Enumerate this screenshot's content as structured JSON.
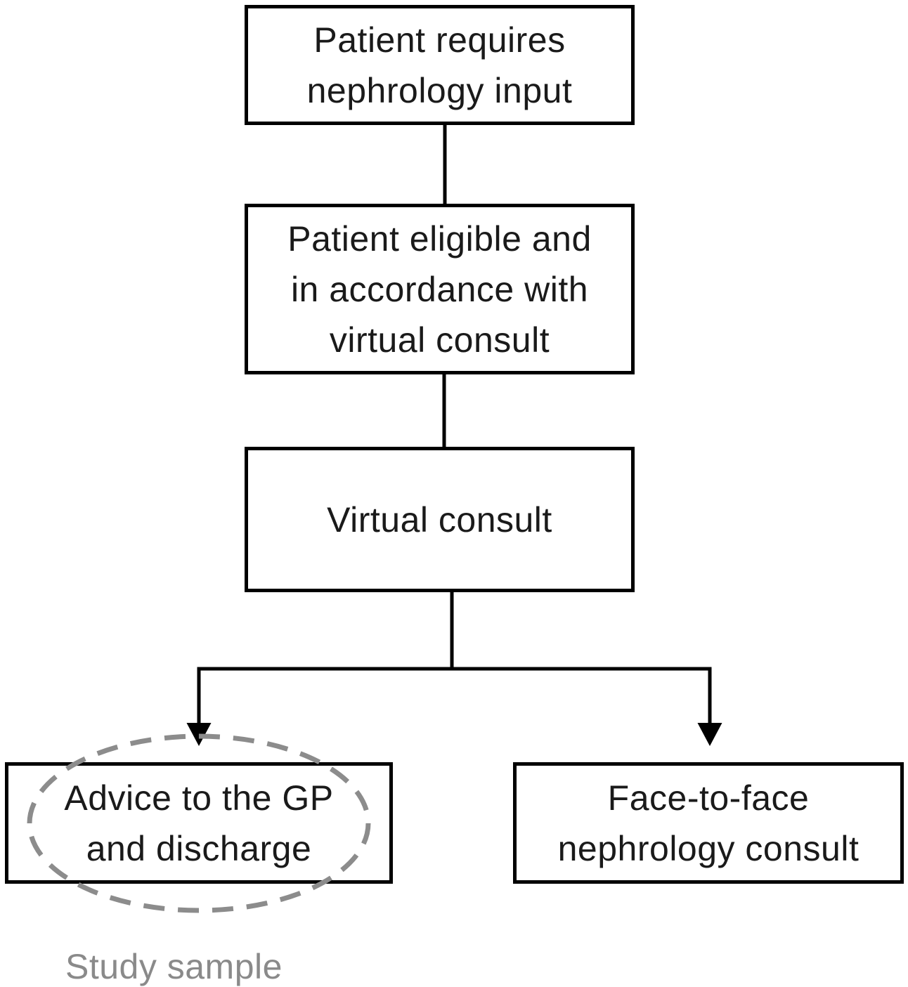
{
  "nodes": {
    "patient_requires": {
      "lines": [
        "Patient requires",
        "nephrology input"
      ]
    },
    "patient_eligible": {
      "lines": [
        "Patient eligible and",
        "in accordance with",
        "virtual consult"
      ]
    },
    "virtual_consult": {
      "lines": [
        "Virtual consult"
      ]
    },
    "advice_gp": {
      "lines": [
        "Advice to the GP",
        "and discharge"
      ]
    },
    "face_to_face": {
      "lines": [
        "Face-to-face",
        "nephrology consult"
      ]
    }
  },
  "annotations": {
    "study_sample": {
      "label": "Study sample"
    }
  },
  "colors": {
    "background": "#ffffff",
    "box_border": "#000000",
    "box_fill": "#ffffff",
    "text": "#1a1a1a",
    "connector": "#000000",
    "ellipse": "#8c8c8c",
    "study_label": "#8a8a8a"
  }
}
